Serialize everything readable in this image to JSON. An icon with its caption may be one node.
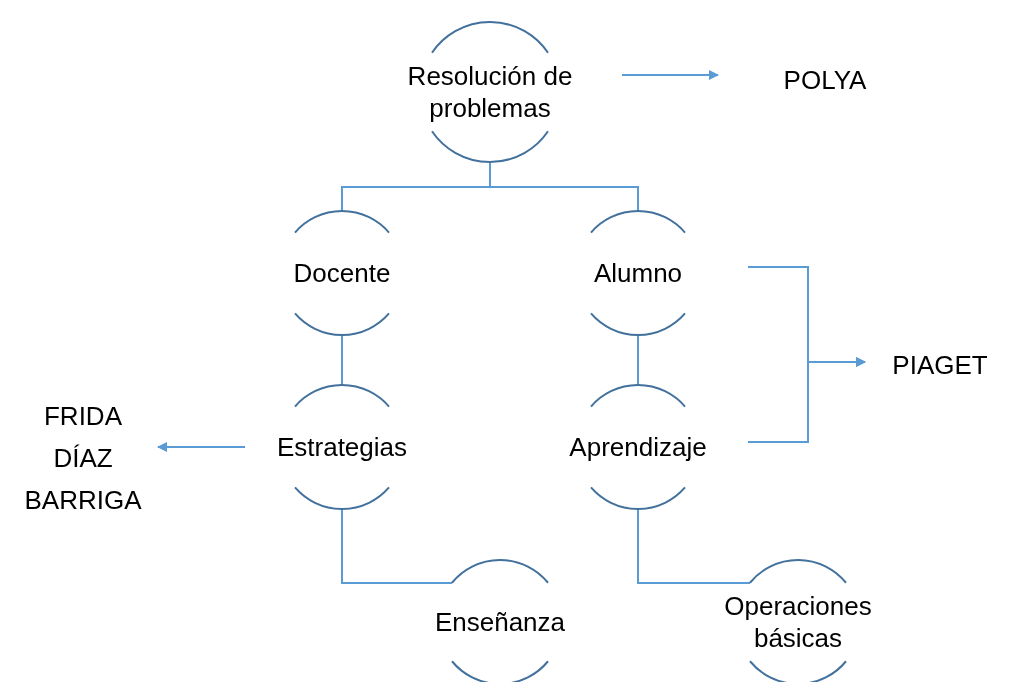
{
  "diagram": {
    "nodes": [
      {
        "text": [
          "Resolución de problemas"
        ]
      },
      {
        "text": [
          "POLYA"
        ]
      },
      {
        "text": [
          "Docente"
        ]
      },
      {
        "text": [
          "Alumno"
        ]
      },
      {
        "text": [
          "PIAGET"
        ]
      },
      {
        "text": [
          "FRIDA DÍAZ BARRIGA"
        ]
      },
      {
        "text": [
          "Estrategias"
        ]
      },
      {
        "text": [
          "Aprendizaje"
        ]
      },
      {
        "text": [
          "Enseñanza"
        ]
      },
      {
        "text": [
          "Operaciones básicas"
        ]
      }
    ],
    "edges": [
      {
        "from": 0,
        "to": 1,
        "arrow": "to"
      },
      {
        "from": 0,
        "to": 2,
        "arrow": "none"
      },
      {
        "from": 0,
        "to": 3,
        "arrow": "none"
      },
      {
        "from": 2,
        "to": 6,
        "arrow": "none"
      },
      {
        "from": 3,
        "to": 7,
        "arrow": "none"
      },
      {
        "from": 3,
        "to": 4,
        "arrow": "to"
      },
      {
        "from": 7,
        "to": 4,
        "arrow": "to"
      },
      {
        "from": 6,
        "to": 5,
        "arrow": "to"
      },
      {
        "from": 6,
        "to": 8,
        "arrow": "none"
      },
      {
        "from": 7,
        "to": 9,
        "arrow": "none"
      }
    ]
  }
}
